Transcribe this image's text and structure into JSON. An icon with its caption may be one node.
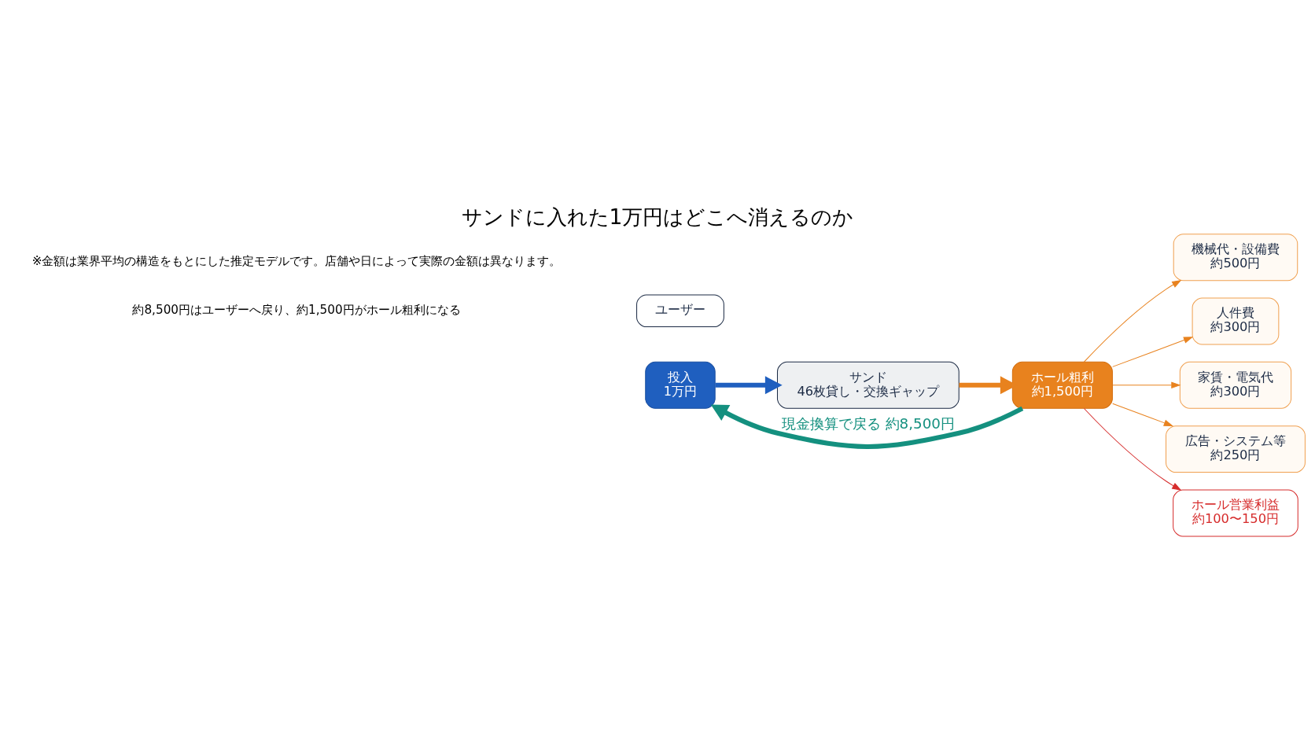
{
  "diagram": {
    "title": "サンドに入れた1万円はどこへ消えるのか",
    "nodes": [
      {
        "text": [
          "ユーザー"
        ]
      },
      {
        "text": [
          "投入",
          "1万円"
        ]
      },
      {
        "text": [
          "サンド",
          "46枚貸し・交換ギャップ"
        ]
      },
      {
        "text": [
          "ホール粗利",
          "約1,500円"
        ]
      },
      {
        "text": [
          "機械代・設備費",
          "約500円"
        ]
      },
      {
        "text": [
          "人件費",
          "約300円"
        ]
      },
      {
        "text": [
          "家賃・電気代",
          "約300円"
        ]
      },
      {
        "text": [
          "広告・システム等",
          "約250円"
        ]
      },
      {
        "text": [
          "ホール営業利益",
          "約100〜150円"
        ]
      }
    ],
    "edges": [
      {
        "from": 1,
        "to": 2,
        "arrow": "to",
        "style": "thick",
        "color": "#1f5fbf"
      },
      {
        "from": 2,
        "to": 3,
        "arrow": "to",
        "style": "thick"
      },
      {
        "from": 3,
        "to": 1,
        "arrow": "to",
        "style": "thick",
        "color": "#14907f",
        "label": "現金換算で戻る 約8,500円"
      },
      {
        "from": 3,
        "to": 4,
        "arrow": "to"
      },
      {
        "from": 3,
        "to": 5,
        "arrow": "to"
      },
      {
        "from": 3,
        "to": 6,
        "arrow": "to"
      },
      {
        "from": 3,
        "to": 7,
        "arrow": "to"
      },
      {
        "from": 3,
        "to": 8,
        "arrow": "to",
        "color": "#d62c2c"
      }
    ],
    "labels": [
      "約8,500円はユーザーへ戻り、約1,500円がホール粗利になる",
      "※金額は業界平均の構造をもとにした推定モデルです。店舗や日によって実際の金額は異なります。"
    ]
  }
}
